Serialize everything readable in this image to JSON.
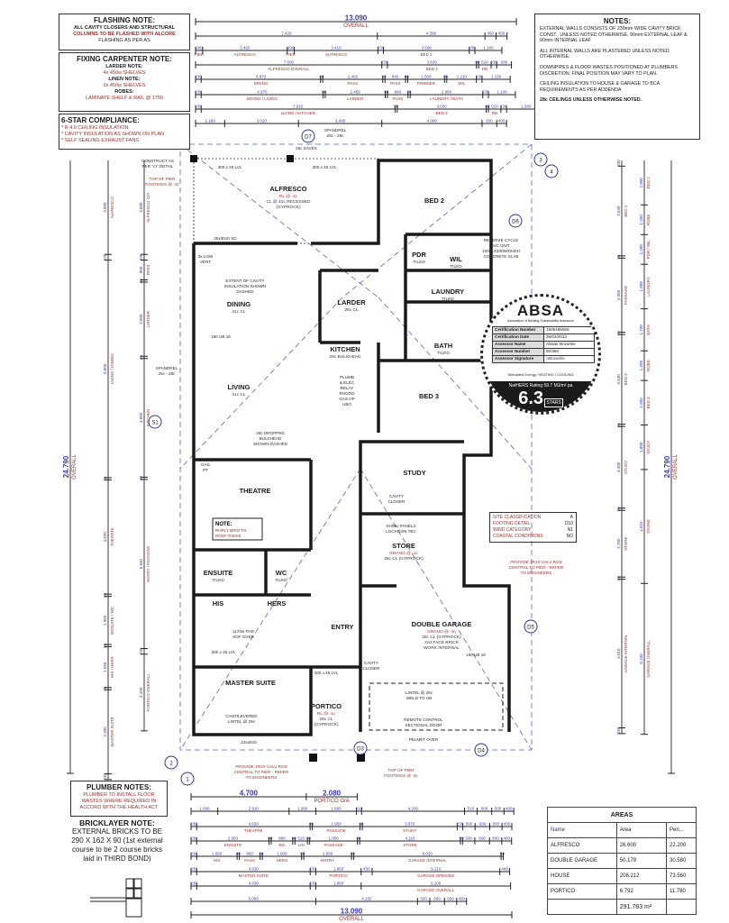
{
  "notes": {
    "flashing": {
      "title": "FLASHING NOTE:",
      "lines": [
        "ALL CAVITY CLOSERS AND STRUCTURAL",
        "COLUMNS TO BE FLASHED WITH ALCORE",
        "FLASHING AS PER AS"
      ]
    },
    "fixing_carpenter": {
      "title": "FIXING CARPENTER NOTE:",
      "larder_title": "LARDER NOTE:",
      "larder": "4x 450w SHELVES",
      "linen_title": "LINEN NOTE:",
      "linen": "3x 450w SHELVES",
      "robes_title": "ROBES:",
      "robes": "LAMINATE SHELF & RAIL @ 1750"
    },
    "six_star": {
      "title": "6-STAR COMPLIANCE:",
      "items": [
        "* R 4.0 CEILING INSULATION",
        "* CAVITY INSULATION AS SHOWN ON PLAN",
        "* SELF SEALING EXHAUST FANS"
      ]
    },
    "general": {
      "title": "NOTES:",
      "paragraphs": [
        "EXTERNAL WALLS CONSISTS OF 230mm WIDE CAVITY BRICK CONST., UNLESS NOTED OTHERWISE. 90mm EXTERNAL LEAF & 90mm INTERNAL LEAF",
        "ALL INTERNAL WALLS ARE PLASTERED UNLESS NOTED OTHERWISE.",
        "DOWNPIPES & FLOOR WASTES POSITIONED AT PLUMBERS DISCRETION. FINAL POSITION MAY VARY TO PLAN.",
        "CEILING INSULATION TO HOUSE & GARAGE TO BCA REQUIREMENTS AS PER ADDENDA",
        "28c CEILINGS UNLESS OTHERWISE NOTED."
      ]
    },
    "plumber": {
      "title": "PLUMBER NOTES:",
      "lines": [
        "PLUMBER TO INSTALL FLOOR",
        "WASTES WHERE REQUIRED IN",
        "ACCORD WITH THE HEALTH ACT"
      ]
    },
    "bricklayer": {
      "title": "BRICKLAYER NOTE:",
      "lines": [
        "EXTERNAL BRICKS TO BE",
        "290 X 162 X 90 (1st external",
        "course to be 2 course bricks",
        "laid in THIRD BOND)"
      ]
    }
  },
  "site": {
    "rows": [
      [
        "SITE CLASSIFICATION",
        "A"
      ],
      [
        "FOOTING DETAIL",
        "D10"
      ],
      [
        "WIND CATEGORY",
        "N1"
      ],
      [
        "COASTAL CONDITIONS",
        "NO"
      ]
    ]
  },
  "absa": {
    "logo": "ABSA",
    "tagline": "Association of Building Sustainability Assessors",
    "rows": [
      [
        "Certification Number",
        "1505165555"
      ],
      [
        "Certification Date",
        "26/03/2013"
      ],
      [
        "Assessor Name",
        "Alistair Brownlie"
      ],
      [
        "Accessor Number",
        "60/350"
      ],
      [
        "Assessor Signature",
        "ABrownlie"
      ]
    ],
    "calc": "Simulated Energy: HEATING / COOLING",
    "rating_label": "NatHERS Rating  59.7 MJ/m² pa",
    "rating": "6.3",
    "stars": "STARS"
  },
  "areas": {
    "title": "AREAS",
    "headers": [
      "Name",
      "Area",
      "Peri..."
    ],
    "rows": [
      [
        "ALFRESCO",
        "26.600",
        "22.200"
      ],
      [
        "DOUBLE GARAGE",
        "50.179",
        "30.580"
      ],
      [
        "HOUSE",
        "208.212",
        "73.560"
      ],
      [
        "PORTICO",
        "6.792",
        "11.780"
      ]
    ],
    "total": "291.783 m²"
  },
  "rooms": [
    {
      "name": "ALFRESCO",
      "sub": [
        "RL @ -1c",
        "CL @ 31c RECESSED",
        "(GYPROCK)"
      ]
    },
    {
      "name": "BED 2",
      "sub": []
    },
    {
      "name": "PDR",
      "sub": [
        "TILED"
      ]
    },
    {
      "name": "WIL",
      "sub": [
        "TILED"
      ]
    },
    {
      "name": "LAUNDRY",
      "sub": [
        "TILED"
      ]
    },
    {
      "name": "BATH",
      "sub": [
        "TILED"
      ]
    },
    {
      "name": "LARDER",
      "sub": [
        "28c CL"
      ]
    },
    {
      "name": "DINING",
      "sub": [
        "31c CL"
      ]
    },
    {
      "name": "KITCHEN",
      "sub": [
        "25c BULKHEAD"
      ]
    },
    {
      "name": "LIVING",
      "sub": [
        "31c CL"
      ]
    },
    {
      "name": "BED 3",
      "sub": []
    },
    {
      "name": "THEATRE",
      "sub": []
    },
    {
      "name": "STUDY",
      "sub": []
    },
    {
      "name": "STORE",
      "sub": [
        "GRANO @ -1c",
        "28c CL (GYPROCK)"
      ]
    },
    {
      "name": "ENSUITE",
      "sub": [
        "TILED"
      ]
    },
    {
      "name": "WC",
      "sub": [
        "TILED"
      ]
    },
    {
      "name": "HIS",
      "sub": []
    },
    {
      "name": "HERS",
      "sub": []
    },
    {
      "name": "ENTRY",
      "sub": []
    },
    {
      "name": "DOUBLE GARAGE",
      "sub": [
        "GRANO @ -3c",
        "25c CL (GYPROCK)",
        "2nd FACE BRICK",
        "WORK INTERNAL"
      ]
    },
    {
      "name": "MASTER SUITE",
      "sub": []
    },
    {
      "name": "PORTICO",
      "sub": [
        "RL @ -1c",
        "28c CL",
        "(GYPROCK)"
      ]
    }
  ],
  "annotations": [
    {
      "lines": [
        "CONSTRUCT AS",
        "PER 'Y2' DETAIL"
      ]
    },
    {
      "lines": [
        "TOP OF PIER",
        "FOOTINGS @ -3c"
      ]
    },
    {
      "lines": [
        "SPANDREL",
        "25c - 28c"
      ]
    },
    {
      "lines": [
        "25c EAVES"
      ]
    },
    {
      "lines": [
        "300 x 45 LVL"
      ]
    },
    {
      "lines": [
        "300 x 45 LVL"
      ]
    },
    {
      "lines": [
        "25x3010 SD"
      ]
    },
    {
      "lines": [
        "EXTENT OF CAVITY",
        "INSULATION SHOWN",
        "DASHED"
      ]
    },
    {
      "lines": [
        "180 UB 16"
      ]
    },
    {
      "lines": [
        "28c DROPPED",
        "BULKHEAD",
        "SHOWN DASHED"
      ]
    },
    {
      "lines": [
        "PLUMB",
        "& ELEC",
        "RELAY",
        "RHOOD",
        "GAS HP",
        "UBO"
      ]
    },
    {
      "lines": [
        "REVERSE CYCLE",
        "A/C UNIT",
        "1000LX300WX540H",
        "CONCRETE SLAB"
      ]
    },
    {
      "lines": [
        "SPANDREL",
        "25c - 28c"
      ]
    },
    {
      "lines": [
        "CAVITY",
        "CLOSER"
      ]
    },
    {
      "lines": [
        "SHWU PANELS",
        "LOCATION TBC"
      ]
    },
    {
      "lines": [
        "PROVIDE 1R10 GALV ROD",
        "CENTRAL TO PIER - REFER",
        "TO ENGINEERS"
      ]
    },
    {
      "lines": [
        "CAVITY",
        "CLOSER"
      ]
    },
    {
      "lines": [
        "LINTEL @ 26c",
        "WELD TO UB"
      ]
    },
    {
      "lines": [
        "REMOTE CONTROL",
        "SECTIONAL DOOR"
      ]
    },
    {
      "lines": [
        "PELMET OVER"
      ]
    },
    {
      "lines": [
        "CANTILEVERED",
        "LINTEL @ 29c"
      ]
    },
    {
      "lines": [
        "22x2810"
      ]
    },
    {
      "lines": [
        "PROVIDE 1R10 GALV ROD",
        "CENTRAL TO PIER - REFER",
        "TO ENGINEERS"
      ]
    },
    {
      "lines": [
        "TOP OF PIER",
        "FOOTINGS @ -3c"
      ]
    },
    {
      "lines": [
        "2x LOW",
        "VENT"
      ]
    },
    {
      "lines": [
        "GAS",
        "PT"
      ]
    },
    {
      "lines": [
        "1170w FHD",
        "SOF OVER"
      ]
    },
    {
      "lines": [
        "300 x 45 LVL"
      ]
    },
    {
      "lines": [
        "200 x 45 LVL"
      ]
    },
    {
      "lines": [
        "180 UB 16"
      ]
    }
  ],
  "theatre_note": {
    "title": "NOTE:",
    "lines": [
      "RHRLY BIRO TO",
      "ROOF RIDGE"
    ]
  },
  "markers": [
    "D7",
    "D6",
    "S1",
    "D5",
    "D3",
    "D4",
    "3",
    "4",
    "1",
    "2"
  ],
  "dims": {
    "top": [
      [
        {
          "v": "13.090",
          "l": "OVERALL"
        }
      ],
      [
        {
          "v": "7.420"
        },
        {
          "v": "4.390"
        },
        {
          "v": "450"
        },
        {
          "v": "450"
        }
      ],
      [
        {
          "v": "290",
          "l": "PIER"
        },
        {
          "v": "3.450",
          "l": "ALFRESCO"
        },
        {
          "v": "290",
          "l": "PIER"
        },
        {
          "v": "3.410",
          "l": "ALFRESCO"
        },
        {
          "v": "230"
        },
        {
          "v": "3.500",
          "l": "BED 2"
        },
        {
          "v": "230"
        },
        {
          "v": "1.100"
        }
      ],
      [
        {
          "v": "7.600",
          "l": "ALFRESCO OVERALL"
        },
        {
          "v": "230"
        },
        {
          "v": "3.630",
          "l": "BED 2"
        },
        {
          "v": "90"
        },
        {
          "v": "510",
          "l": "RB"
        },
        {
          "v": "230"
        },
        {
          "v": "600"
        }
      ],
      [
        {
          "v": "230"
        },
        {
          "v": "4.870",
          "l": "DINING"
        },
        {
          "v": "90"
        },
        {
          "v": "2.450",
          "l": "PASS"
        },
        {
          "v": "90"
        },
        {
          "v": "840",
          "l": "PASS"
        },
        {
          "v": "90"
        },
        {
          "v": "1.500",
          "l": "POWDER"
        },
        {
          "v": "90"
        },
        {
          "v": "1.210",
          "l": "WIL"
        },
        {
          "v": "230"
        },
        {
          "v": "1.150"
        }
      ],
      [
        {
          "v": "230"
        },
        {
          "v": "4.970",
          "l": "DINING / LIVING"
        },
        {
          "v": "90"
        },
        {
          "v": "2.450",
          "l": "LARDER"
        },
        {
          "v": "90"
        },
        {
          "v": "840",
          "l": "PASS"
        },
        {
          "v": "90"
        },
        {
          "v": "2.960",
          "l": "LAUNDRY / BATH"
        },
        {
          "v": "230"
        },
        {
          "v": "1.100"
        }
      ],
      [
        {
          "v": "230"
        },
        {
          "v": "7.910",
          "l": "LIVING / KITCHEN"
        },
        {
          "v": "90"
        },
        {
          "v": "3.630",
          "l": "BED 3"
        },
        {
          "v": "90"
        },
        {
          "v": "510",
          "l": "RB"
        },
        {
          "v": "230"
        },
        {
          "v": "1.600"
        }
      ],
      [
        {
          "v": "1.190"
        },
        {
          "v": "3.010"
        },
        {
          "v": "3.400"
        },
        {
          "v": "4.090"
        },
        {
          "v": "600"
        },
        {
          "v": "400"
        }
      ]
    ],
    "bottom": [
      [
        {
          "v": "4.700"
        },
        {
          "v": "2.080",
          "l": "PORTICO O/A"
        }
      ],
      [
        {
          "v": "1.090"
        },
        {
          "v": "2.910"
        },
        {
          "v": "1.090"
        },
        {
          "v": "1.660"
        },
        {
          "v": "210"
        },
        {
          "v": "4.200"
        },
        {
          "v": "510"
        },
        {
          "v": "600"
        },
        {
          "v": "500"
        },
        {
          "v": "400"
        }
      ],
      [
        {
          "v": "230"
        },
        {
          "v": "4.630",
          "l": "THEATRE"
        },
        {
          "v": "90"
        },
        {
          "v": "1.950",
          "l": "PASSAGE"
        },
        {
          "v": "90"
        },
        {
          "v": "3.870",
          "l": "STUDY"
        },
        {
          "v": "230"
        },
        {
          "v": "500"
        },
        {
          "v": "600"
        },
        {
          "v": "500"
        },
        {
          "v": "400"
        }
      ],
      [
        {
          "v": "230"
        },
        {
          "v": "2.950",
          "l": "ENSUITE"
        },
        {
          "v": "90"
        },
        {
          "v": "880",
          "l": "WC"
        },
        {
          "v": "90"
        },
        {
          "v": "510",
          "l": "LIN"
        },
        {
          "v": "90"
        },
        {
          "v": "1.950",
          "l": "PASSAGE"
        },
        {
          "v": "90"
        },
        {
          "v": "4.110",
          "l": "STORE"
        },
        {
          "v": "90"
        },
        {
          "v": "500"
        },
        {
          "v": "600"
        },
        {
          "v": "500"
        },
        {
          "v": "400"
        }
      ],
      [
        {
          "v": "230"
        },
        {
          "v": "1.650",
          "l": "HIS"
        },
        {
          "v": "90"
        },
        {
          "v": "850",
          "l": "PASS"
        },
        {
          "v": "90"
        },
        {
          "v": "1.600",
          "l": "HERS"
        },
        {
          "v": "90"
        },
        {
          "v": "1.950",
          "l": "ENTRY"
        },
        {
          "v": "90"
        },
        {
          "v": "6.010",
          "l": "GARAGE INTERNAL"
        },
        {
          "v": "90"
        }
      ],
      [
        {
          "v": "230"
        },
        {
          "v": "4.630",
          "l": "MASTER SUITE"
        },
        {
          "v": "230"
        },
        {
          "v": "1.850",
          "l": "PORTICO"
        },
        {
          "v": "450"
        },
        {
          "v": "5.210",
          "l": "GARAGE OPENING"
        },
        {
          "v": "400"
        }
      ],
      [
        {
          "v": "230"
        },
        {
          "v": "4.630"
        },
        {
          "v": "230"
        },
        {
          "v": "1.850"
        },
        {
          "v": "6.100",
          "l": "GARAGE OVERALL"
        }
      ],
      [
        {
          "v": "5.090"
        },
        {
          "v": "4.150"
        },
        {
          "v": "500"
        },
        {
          "v": "600"
        },
        {
          "v": "500"
        },
        {
          "v": "400"
        }
      ],
      [
        {
          "v": "13.090",
          "l": "OVERALL"
        }
      ]
    ],
    "left": [
      [
        {
          "v": "24.790",
          "l": "OVERALL"
        }
      ],
      [
        {
          "v": "3.800",
          "l": "ALFRESCO"
        },
        {
          "v": "230"
        },
        {
          "v": "8.800",
          "l": "LIVING / DINING"
        },
        {
          "v": "90"
        },
        {
          "v": "4.620",
          "l": "THEATRE"
        },
        {
          "v": "90"
        },
        {
          "v": "1.950",
          "l": "ENSUITE / WC"
        },
        {
          "v": "90"
        },
        {
          "v": "1.650",
          "l": "HIS / HERS"
        },
        {
          "v": "90"
        },
        {
          "v": "3.400",
          "l": "MASTER SUITE"
        },
        {
          "v": "230"
        }
      ],
      [
        {
          "v": "3.800",
          "l": "ALFRESCO O/A"
        },
        {
          "v": "230"
        },
        {
          "v": "800",
          "l": "PASS"
        },
        {
          "v": "90"
        },
        {
          "v": "3.000",
          "l": "LARDER"
        },
        {
          "v": "90"
        },
        {
          "v": "4.800",
          "l": "KITCHEN"
        },
        {
          "v": "90"
        },
        {
          "v": "6.840",
          "l": "ENTRY / PASSAGE"
        },
        {
          "v": "230"
        },
        {
          "v": "3.100",
          "l": "PORTICO OVERALL"
        }
      ]
    ],
    "right": [
      [
        {
          "v": "24.790",
          "l": "OVERALL"
        }
      ],
      [
        {
          "v": "230"
        },
        {
          "v": "3.630",
          "l": "BED 2"
        },
        {
          "v": "90"
        },
        {
          "v": "3.000",
          "l": "PASSAGE"
        },
        {
          "v": "90"
        },
        {
          "v": "3.630",
          "l": "BED 3"
        },
        {
          "v": "90"
        },
        {
          "v": "3.300",
          "l": "STUDY"
        },
        {
          "v": "90"
        },
        {
          "v": "2.700",
          "l": "STORE"
        },
        {
          "v": "90"
        },
        {
          "v": "6.010",
          "l": "GARAGE INTERNAL"
        },
        {
          "v": "230"
        }
      ],
      [
        {
          "v": "1.800",
          "l": "BED 2"
        },
        {
          "v": "1.200",
          "l": "ROBE"
        },
        {
          "v": "1.200",
          "l": "PDR / WIL"
        },
        {
          "v": "1.800",
          "l": "LAUNDRY"
        },
        {
          "v": "1.700",
          "l": "BATH"
        },
        {
          "v": "1.200",
          "l": "ROBE"
        },
        {
          "v": "1.800",
          "l": "BED 3"
        },
        {
          "v": "1.800",
          "l": "STUDY"
        },
        {
          "v": "4.610",
          "l": "STORE"
        },
        {
          "v": "6.100",
          "l": "GARAGE OVERALL"
        }
      ]
    ]
  },
  "colors": {
    "wall": "#1a1a1a",
    "dim_value": "#3a3aa8",
    "label_red": "#9a2f2a",
    "roof_line": "#5566bb"
  }
}
